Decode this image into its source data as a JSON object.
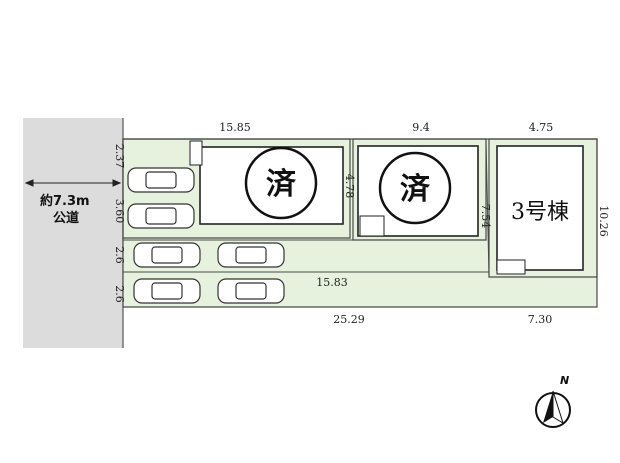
{
  "road": {
    "width_label": "約7.3m",
    "type_label": "公道"
  },
  "lots": [
    {
      "id": "lot-1",
      "status_label": "済"
    },
    {
      "id": "lot-2",
      "status_label": "済"
    },
    {
      "id": "lot-3",
      "name_label": "3号棟"
    }
  ],
  "dimensions": {
    "top_lot1": "15.85",
    "top_lot2": "9.4",
    "top_lot3": "4.75",
    "left_upper": "2.37",
    "left_middle": "3.60",
    "left_lane1": "2.6",
    "left_lane2": "2.6",
    "lot1_lot2_boundary": "4.78",
    "lot2_lot3_boundary": "7.54",
    "right_side": "10.26",
    "inner_lane": "15.83",
    "bottom_total": "25.29",
    "bottom_lot3": "7.30"
  },
  "compass": {
    "north_label": "N"
  },
  "colors": {
    "lot_fill": "#e6f2dd",
    "lot_edge": "#4a4a4a",
    "road_fill": "#dcdcdc"
  }
}
